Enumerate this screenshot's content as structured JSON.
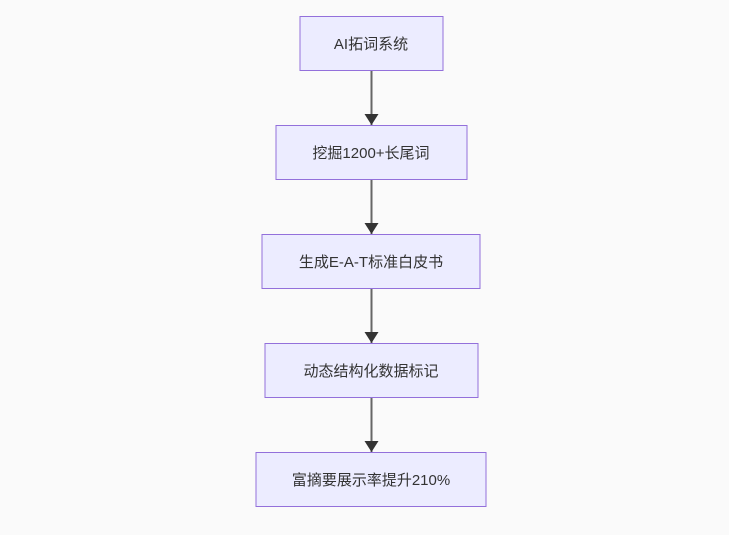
{
  "flowchart": {
    "nodes": [
      {
        "label": "AI拓词系统"
      },
      {
        "label": "挖掘1200+长尾词"
      },
      {
        "label": "生成E-A-T标准白皮书"
      },
      {
        "label": "动态结构化数据标记"
      },
      {
        "label": "富摘要展示率提升210%"
      }
    ],
    "edges": [
      {
        "from": 0,
        "to": 1
      },
      {
        "from": 1,
        "to": 2
      },
      {
        "from": 2,
        "to": 3
      },
      {
        "from": 3,
        "to": 4
      }
    ],
    "direction": "top-down",
    "colors": {
      "node_fill": "#ECECFF",
      "node_border": "#9370DB",
      "node_text": "#333333",
      "arrow_line": "#666666",
      "arrow_head": "#333333",
      "background": "#fafafa"
    }
  }
}
